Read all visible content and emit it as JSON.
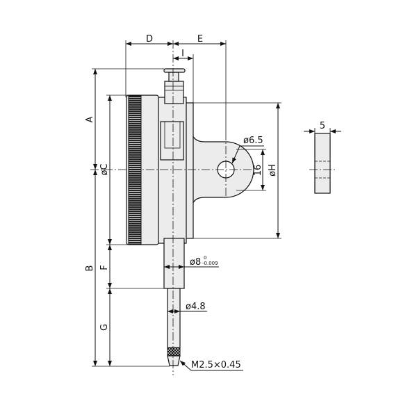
{
  "title": "Dial indicator dimensional drawing",
  "dimensions": {
    "A": "A",
    "B": "B",
    "C": "øC",
    "D": "D",
    "E": "E",
    "F": "F",
    "G": "G",
    "H": "øH",
    "I": "I",
    "lug_hole": "ø6.5",
    "lug_height": "16",
    "stem_diameter": "ø8",
    "stem_tol_upper": "0",
    "stem_tol_lower": "-0.009",
    "spindle_diameter": "ø4.8",
    "contact_thread": "M2.5×0.45",
    "lug_thickness": "5"
  },
  "colors": {
    "line": "#111111",
    "body": "#ececec"
  }
}
